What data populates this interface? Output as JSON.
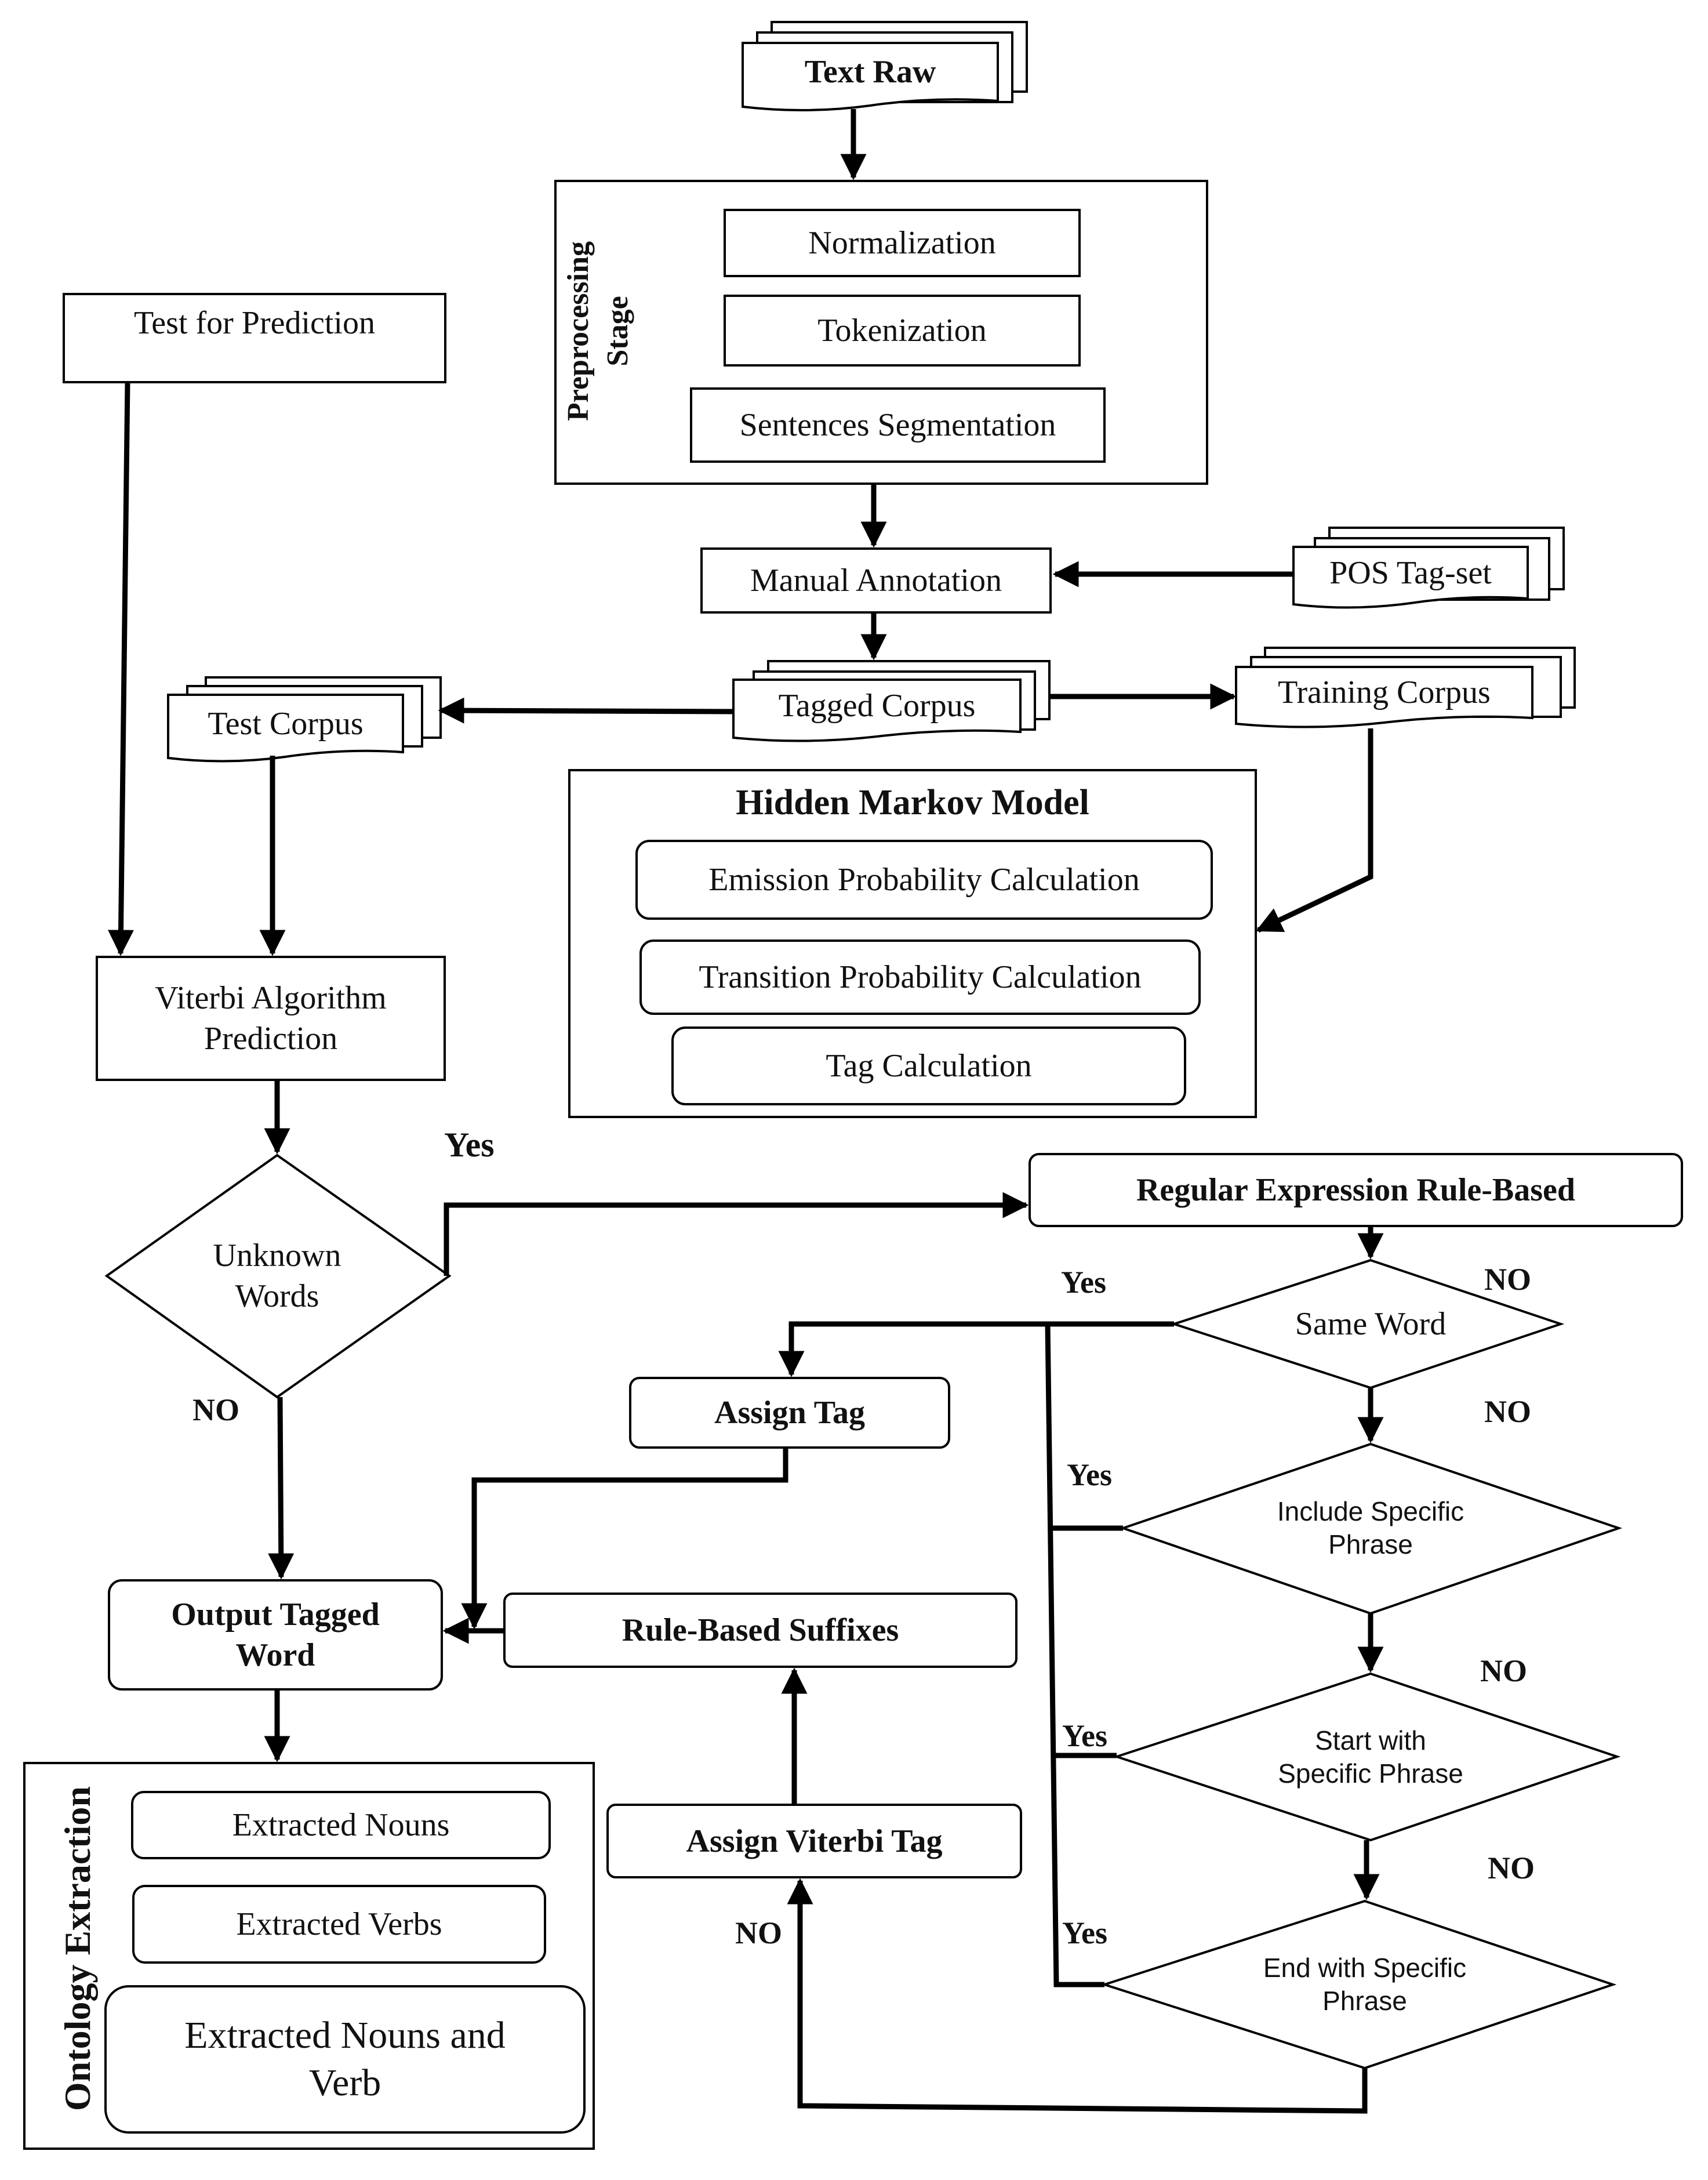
{
  "diagram": {
    "input": {
      "text_raw": "Text Raw",
      "test_for_prediction": "Test for Prediction",
      "pos_tagset": "POS Tag-set"
    },
    "preprocessing": {
      "stage_label": "Preprocessing\nStage",
      "steps": [
        "Normalization",
        "Tokenization",
        "Sentences Segmentation"
      ]
    },
    "annotation": {
      "manual_annotation": "Manual Annotation",
      "tagged_corpus": "Tagged Corpus",
      "test_corpus": "Test Corpus",
      "training_corpus": "Training Corpus"
    },
    "hmm": {
      "title": "Hidden Markov Model",
      "steps": [
        "Emission Probability Calculation",
        "Transition Probability Calculation",
        "Tag Calculation"
      ]
    },
    "viterbi": {
      "prediction": "Viterbi Algorithm\nPrediction",
      "unknown_words": "Unknown\nWords",
      "assign_viterbi_tag": "Assign Viterbi Tag"
    },
    "rules": {
      "regex_rule_based": "Regular Expression Rule-Based",
      "same_word": "Same Word",
      "include_specific_phrase": "Include Specific\nPhrase",
      "start_with_specific_phrase": "Start with\nSpecific Phrase",
      "end_with_specific_phrase": "End with Specific\nPhrase",
      "assign_tag": "Assign Tag",
      "rule_based_suffixes": "Rule-Based Suffixes"
    },
    "output": {
      "output_tagged_word": "Output Tagged\nWord"
    },
    "ontology": {
      "title": "Ontology Extraction",
      "items": [
        "Extracted Nouns",
        "Extracted Verbs",
        "Extracted Nouns and\nVerb"
      ]
    },
    "edge_labels": {
      "yes_unknown": "Yes",
      "no_unknown": "NO",
      "yes_same": "Yes",
      "no_same_right": "NO",
      "no_same_below": "NO",
      "yes_include": "Yes",
      "no_include": "NO",
      "yes_start": "Yes",
      "no_start": "NO",
      "yes_end": "Yes",
      "no_end": "NO"
    }
  }
}
